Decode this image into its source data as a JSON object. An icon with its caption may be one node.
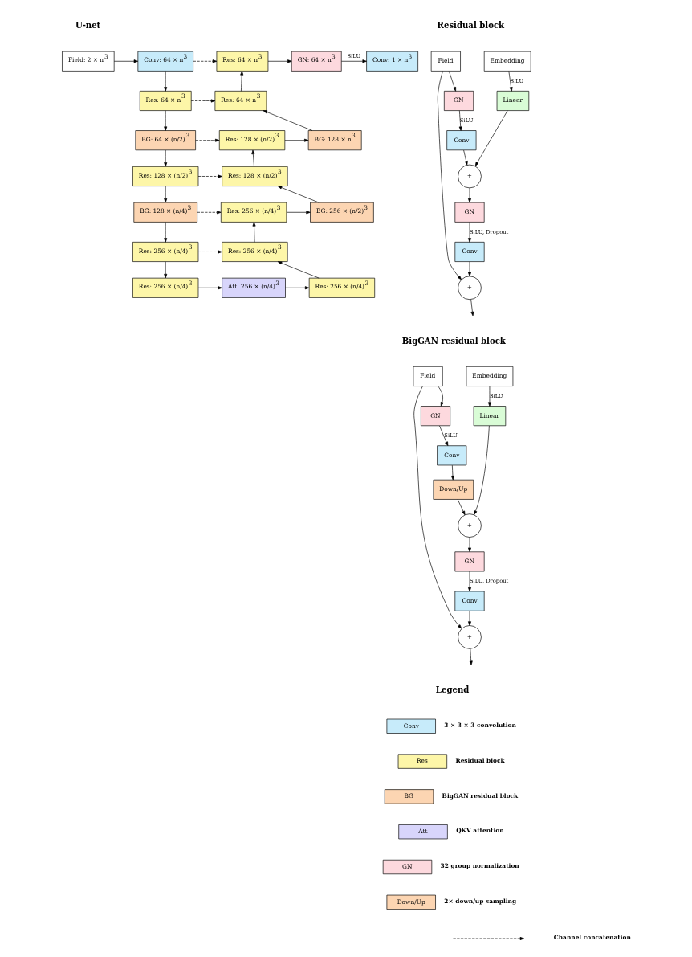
{
  "diagram": {
    "nodes": [
      {
        "text": [
          "Field: 2 × n$^{3}$"
        ]
      },
      {
        "text": [
          "Conv: 64 × n$^{3}$"
        ]
      },
      {
        "text": [
          "Res: 64 × n$^{3}$"
        ]
      },
      {
        "text": [
          "GN: 64 × n$^{3}$"
        ]
      },
      {
        "text": [
          "Conv: 1 × n$^{3}$"
        ]
      },
      {
        "text": [
          "Res: 64 × n$^{3}$"
        ]
      },
      {
        "text": [
          "Res: 64 × n$^{3}$"
        ]
      },
      {
        "text": [
          "BG: 64 × (n/2)$^{3}$"
        ]
      },
      {
        "text": [
          "Res: 128 × (n/2)$^{3}$"
        ]
      },
      {
        "text": [
          "BG: 128 × n$^{3}$"
        ]
      },
      {
        "text": [
          "Res: 128 × (n/2)$^{3}$"
        ]
      },
      {
        "text": [
          "Res: 128 × (n/2)$^{3}$"
        ]
      },
      {
        "text": [
          "BG: 128 × (n/4)$^{3}$"
        ]
      },
      {
        "text": [
          "Res: 256 × (n/4)$^{3}$"
        ]
      },
      {
        "text": [
          "BG: 256 × (n/2)$^{3}$"
        ]
      },
      {
        "text": [
          "Res: 256 × (n/4)$^{3}$"
        ]
      },
      {
        "text": [
          "Res: 256 × (n/4)$^{3}$"
        ]
      },
      {
        "text": [
          "Res: 256 × (n/4)$^{3}$"
        ]
      },
      {
        "text": [
          "Att: 256 × (n/4)$^{3}$"
        ]
      },
      {
        "text": [
          "Res: 256 × (n/4)$^{3}$"
        ]
      },
      {
        "text": [
          "Field"
        ]
      },
      {
        "text": [
          "Embedding"
        ]
      },
      {
        "text": [
          "GN"
        ]
      },
      {
        "text": [
          "Conv"
        ]
      },
      {
        "text": [
          "Linear"
        ]
      },
      {
        "text": [
          "+"
        ]
      },
      {
        "text": [
          "GN"
        ]
      },
      {
        "text": [
          "Conv"
        ]
      },
      {
        "text": [
          "+"
        ]
      },
      {
        "text": [
          "Field"
        ]
      },
      {
        "text": [
          "Embedding"
        ]
      },
      {
        "text": [
          "GN"
        ]
      },
      {
        "text": [
          "Conv"
        ]
      },
      {
        "text": [
          "Down/Up"
        ]
      },
      {
        "text": [
          "Linear"
        ]
      },
      {
        "text": [
          "+"
        ]
      },
      {
        "text": [
          "GN"
        ]
      },
      {
        "text": [
          "Conv"
        ]
      },
      {
        "text": [
          "+"
        ]
      },
      {
        "text": [
          "Conv"
        ],
        "beside": [
          "3 × 3 × 3 convolution"
        ]
      },
      {
        "text": [
          "Res"
        ],
        "beside": [
          "Residual block"
        ]
      },
      {
        "text": [
          "BG"
        ],
        "beside": [
          "BigGAN residual block"
        ]
      },
      {
        "text": [
          "Att"
        ],
        "beside": [
          "QKV attention"
        ]
      },
      {
        "text": [
          "GN"
        ],
        "beside": [
          "32 group normalization"
        ]
      },
      {
        "text": [
          "Down/Up"
        ],
        "beside": [
          "2× down/up sampling"
        ]
      }
    ],
    "edges": [
      {
        "from": 0,
        "to": 1,
        "arrow": "to"
      },
      {
        "from": 1,
        "to": 5,
        "arrow": "to"
      },
      {
        "from": 5,
        "to": 7,
        "arrow": "to"
      },
      {
        "from": 7,
        "to": 10,
        "arrow": "to"
      },
      {
        "from": 10,
        "to": 12,
        "arrow": "to"
      },
      {
        "from": 12,
        "to": 15,
        "arrow": "to"
      },
      {
        "from": 15,
        "to": 17,
        "arrow": "to"
      },
      {
        "from": 17,
        "to": 18,
        "arrow": "to"
      },
      {
        "from": 18,
        "to": 19,
        "arrow": "to"
      },
      {
        "from": 19,
        "to": 16,
        "arrow": "to"
      },
      {
        "from": 16,
        "to": 13,
        "arrow": "to"
      },
      {
        "from": 13,
        "to": 14,
        "arrow": "to"
      },
      {
        "from": 14,
        "to": 11,
        "arrow": "to"
      },
      {
        "from": 11,
        "to": 8,
        "arrow": "to"
      },
      {
        "from": 8,
        "to": 9,
        "arrow": "to"
      },
      {
        "from": 9,
        "to": 6,
        "arrow": "to"
      },
      {
        "from": 6,
        "to": 2,
        "arrow": "to"
      },
      {
        "from": 2,
        "to": 3,
        "arrow": "to"
      },
      {
        "from": 3,
        "to": 4,
        "label": "SiLU",
        "arrow": "to"
      },
      {
        "from": 1,
        "to": 2,
        "arrow": "to",
        "style": "dashed"
      },
      {
        "from": 5,
        "to": 6,
        "arrow": "to",
        "style": "dashed"
      },
      {
        "from": 7,
        "to": 8,
        "arrow": "to",
        "style": "dashed"
      },
      {
        "from": 10,
        "to": 11,
        "arrow": "to",
        "style": "dashed"
      },
      {
        "from": 12,
        "to": 13,
        "arrow": "to",
        "style": "dashed"
      },
      {
        "from": 15,
        "to": 16,
        "arrow": "to",
        "style": "dashed"
      },
      {
        "from": 20,
        "to": 22,
        "arrow": "to"
      },
      {
        "from": 22,
        "to": 23,
        "label": "SiLU",
        "arrow": "to"
      },
      {
        "from": 21,
        "to": 24,
        "label": "SiLU",
        "arrow": "to"
      },
      {
        "from": 23,
        "to": 25,
        "arrow": "to"
      },
      {
        "from": 24,
        "to": 25,
        "arrow": "to"
      },
      {
        "from": 25,
        "to": 26,
        "arrow": "to"
      },
      {
        "from": 26,
        "to": 27,
        "label": "SiLU, Dropout",
        "arrow": "to"
      },
      {
        "from": 27,
        "to": 28,
        "arrow": "to"
      },
      {
        "from": 20,
        "to": 28,
        "arrow": "to"
      },
      {
        "from": 28,
        "to": null,
        "arrow": "to"
      },
      {
        "from": 29,
        "to": 31,
        "arrow": "to"
      },
      {
        "from": 31,
        "to": 32,
        "label": "SiLU",
        "arrow": "to"
      },
      {
        "from": 32,
        "to": 33,
        "arrow": "to"
      },
      {
        "from": 30,
        "to": 34,
        "label": "SiLU",
        "arrow": "to"
      },
      {
        "from": 33,
        "to": 35,
        "arrow": "to"
      },
      {
        "from": 34,
        "to": 35,
        "arrow": "to"
      },
      {
        "from": 35,
        "to": 36,
        "arrow": "to"
      },
      {
        "from": 36,
        "to": 37,
        "label": "SiLU, Dropout",
        "arrow": "to"
      },
      {
        "from": 37,
        "to": 38,
        "arrow": "to"
      },
      {
        "from": 29,
        "to": 38,
        "arrow": "to"
      },
      {
        "from": 38,
        "to": null,
        "arrow": "to"
      }
    ],
    "labels": [
      "U-net",
      "Residual block",
      "BigGAN residual block",
      "Legend"
    ],
    "legend": [
      {
        "text": "Channel concatenation"
      }
    ]
  }
}
